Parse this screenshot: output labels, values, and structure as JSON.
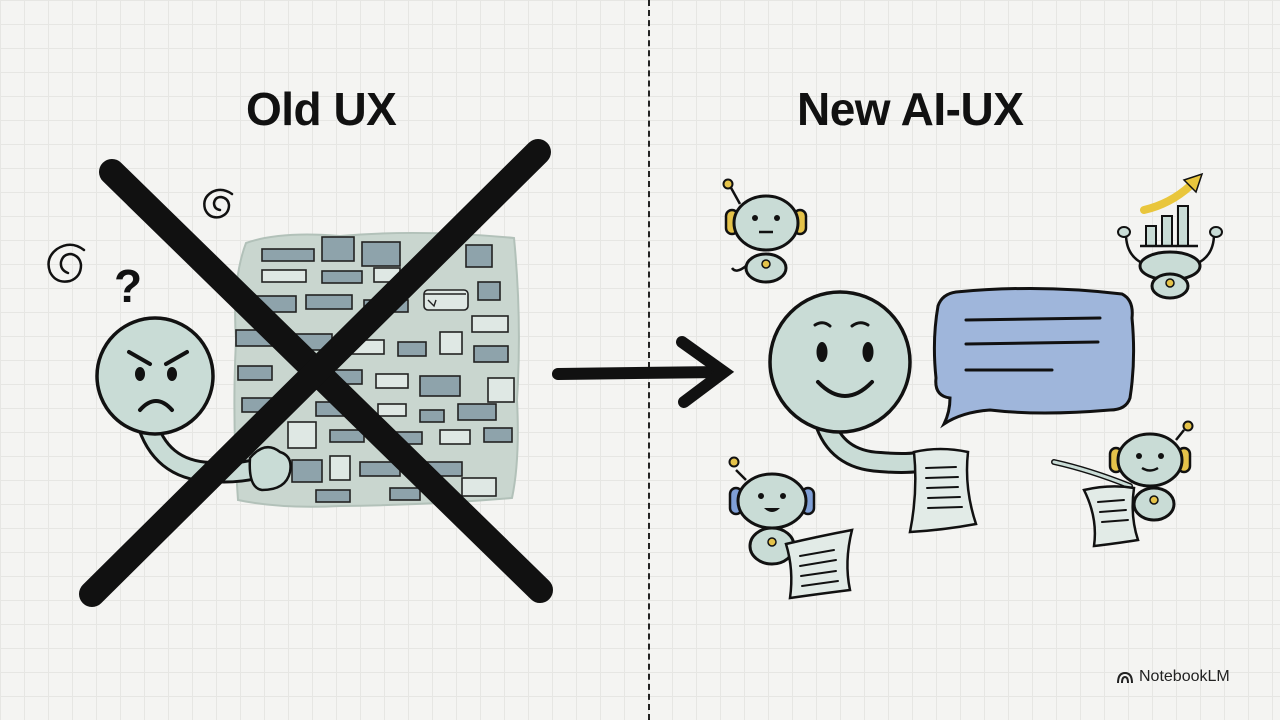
{
  "left_panel": {
    "title": "Old UX"
  },
  "right_panel": {
    "title": "New AI-UX"
  },
  "question_mark": "?",
  "brand": {
    "name": "NotebookLM"
  },
  "colors": {
    "character_fill": "#c9dcd6",
    "bubble_fill": "#9fb6db",
    "ear_yellow": "#e5c34a",
    "ear_blue": "#7f9fd6",
    "stroke": "#111111",
    "chart_arrow": "#e9c63c"
  },
  "icons": [
    "dizzy-spiral-icon",
    "question-mark-icon",
    "angry-face-icon",
    "cross-out-icon",
    "arrow-right-icon",
    "smiley-face-icon",
    "speech-bubble-icon",
    "robot-icon",
    "growth-chart-icon",
    "document-icon"
  ]
}
